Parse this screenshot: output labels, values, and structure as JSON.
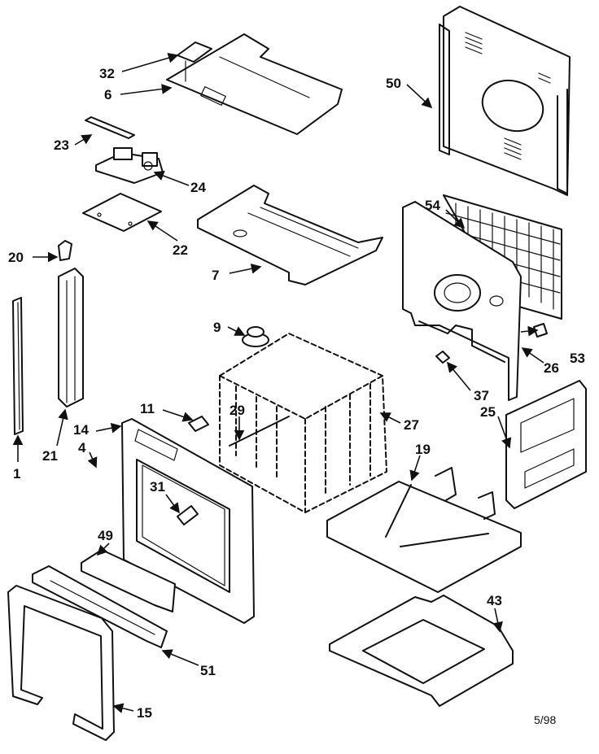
{
  "callouts": {
    "c1": "1",
    "c4": "4",
    "c6": "6",
    "c7": "7",
    "c9": "9",
    "c11": "11",
    "c14": "14",
    "c15": "15",
    "c19": "19",
    "c20": "20",
    "c21": "21",
    "c22": "22",
    "c23": "23",
    "c24": "24",
    "c25": "25",
    "c26": "26",
    "c27": "27",
    "c29": "29",
    "c31": "31",
    "c32": "32",
    "c37": "37",
    "c43": "43",
    "c49": "49",
    "c50": "50",
    "c51": "51",
    "c53": "53",
    "c54": "54"
  },
  "footer": {
    "date_code": "5/98"
  }
}
